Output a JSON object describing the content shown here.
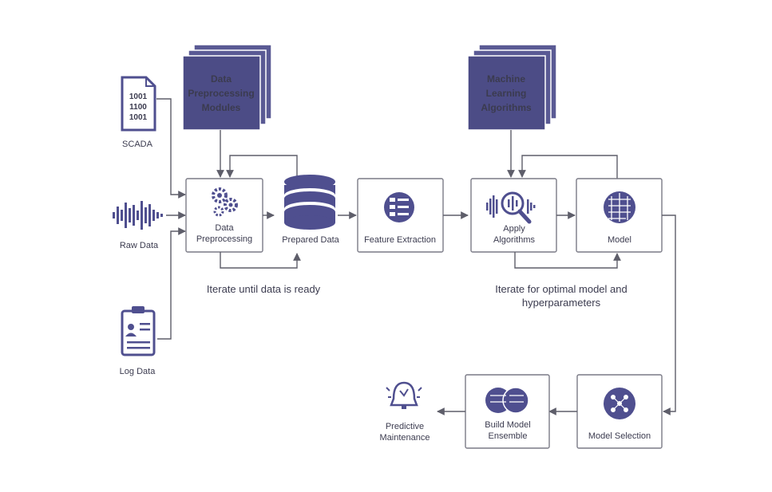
{
  "sources": {
    "scada": "SCADA",
    "scada_bits": [
      "1001",
      "1100",
      "1001"
    ],
    "raw": "Raw Data",
    "log": "Log Data"
  },
  "modules": {
    "preprocessing": [
      "Data",
      "Preprocessing",
      "Modules"
    ],
    "ml": [
      "Machine",
      "Learning",
      "Algorithms"
    ]
  },
  "steps": {
    "data_preprocessing": [
      "Data",
      "Preprocessing"
    ],
    "prepared_data": "Prepared Data",
    "feature_extraction": "Feature Extraction",
    "apply_algorithms": [
      "Apply",
      "Algorithms"
    ],
    "model": "Model",
    "model_selection": "Model Selection",
    "build_ensemble": [
      "Build Model",
      "Ensemble"
    ],
    "predictive_maintenance": [
      "Predictive",
      "Maintenance"
    ]
  },
  "notes": {
    "iterate_data": "Iterate until data is ready",
    "iterate_model": [
      "Iterate for optimal model and",
      "hyperparameters"
    ]
  },
  "colors": {
    "accent": "#4c4c86",
    "icon": "#4f4f8f",
    "line": "#5e5e6a"
  }
}
